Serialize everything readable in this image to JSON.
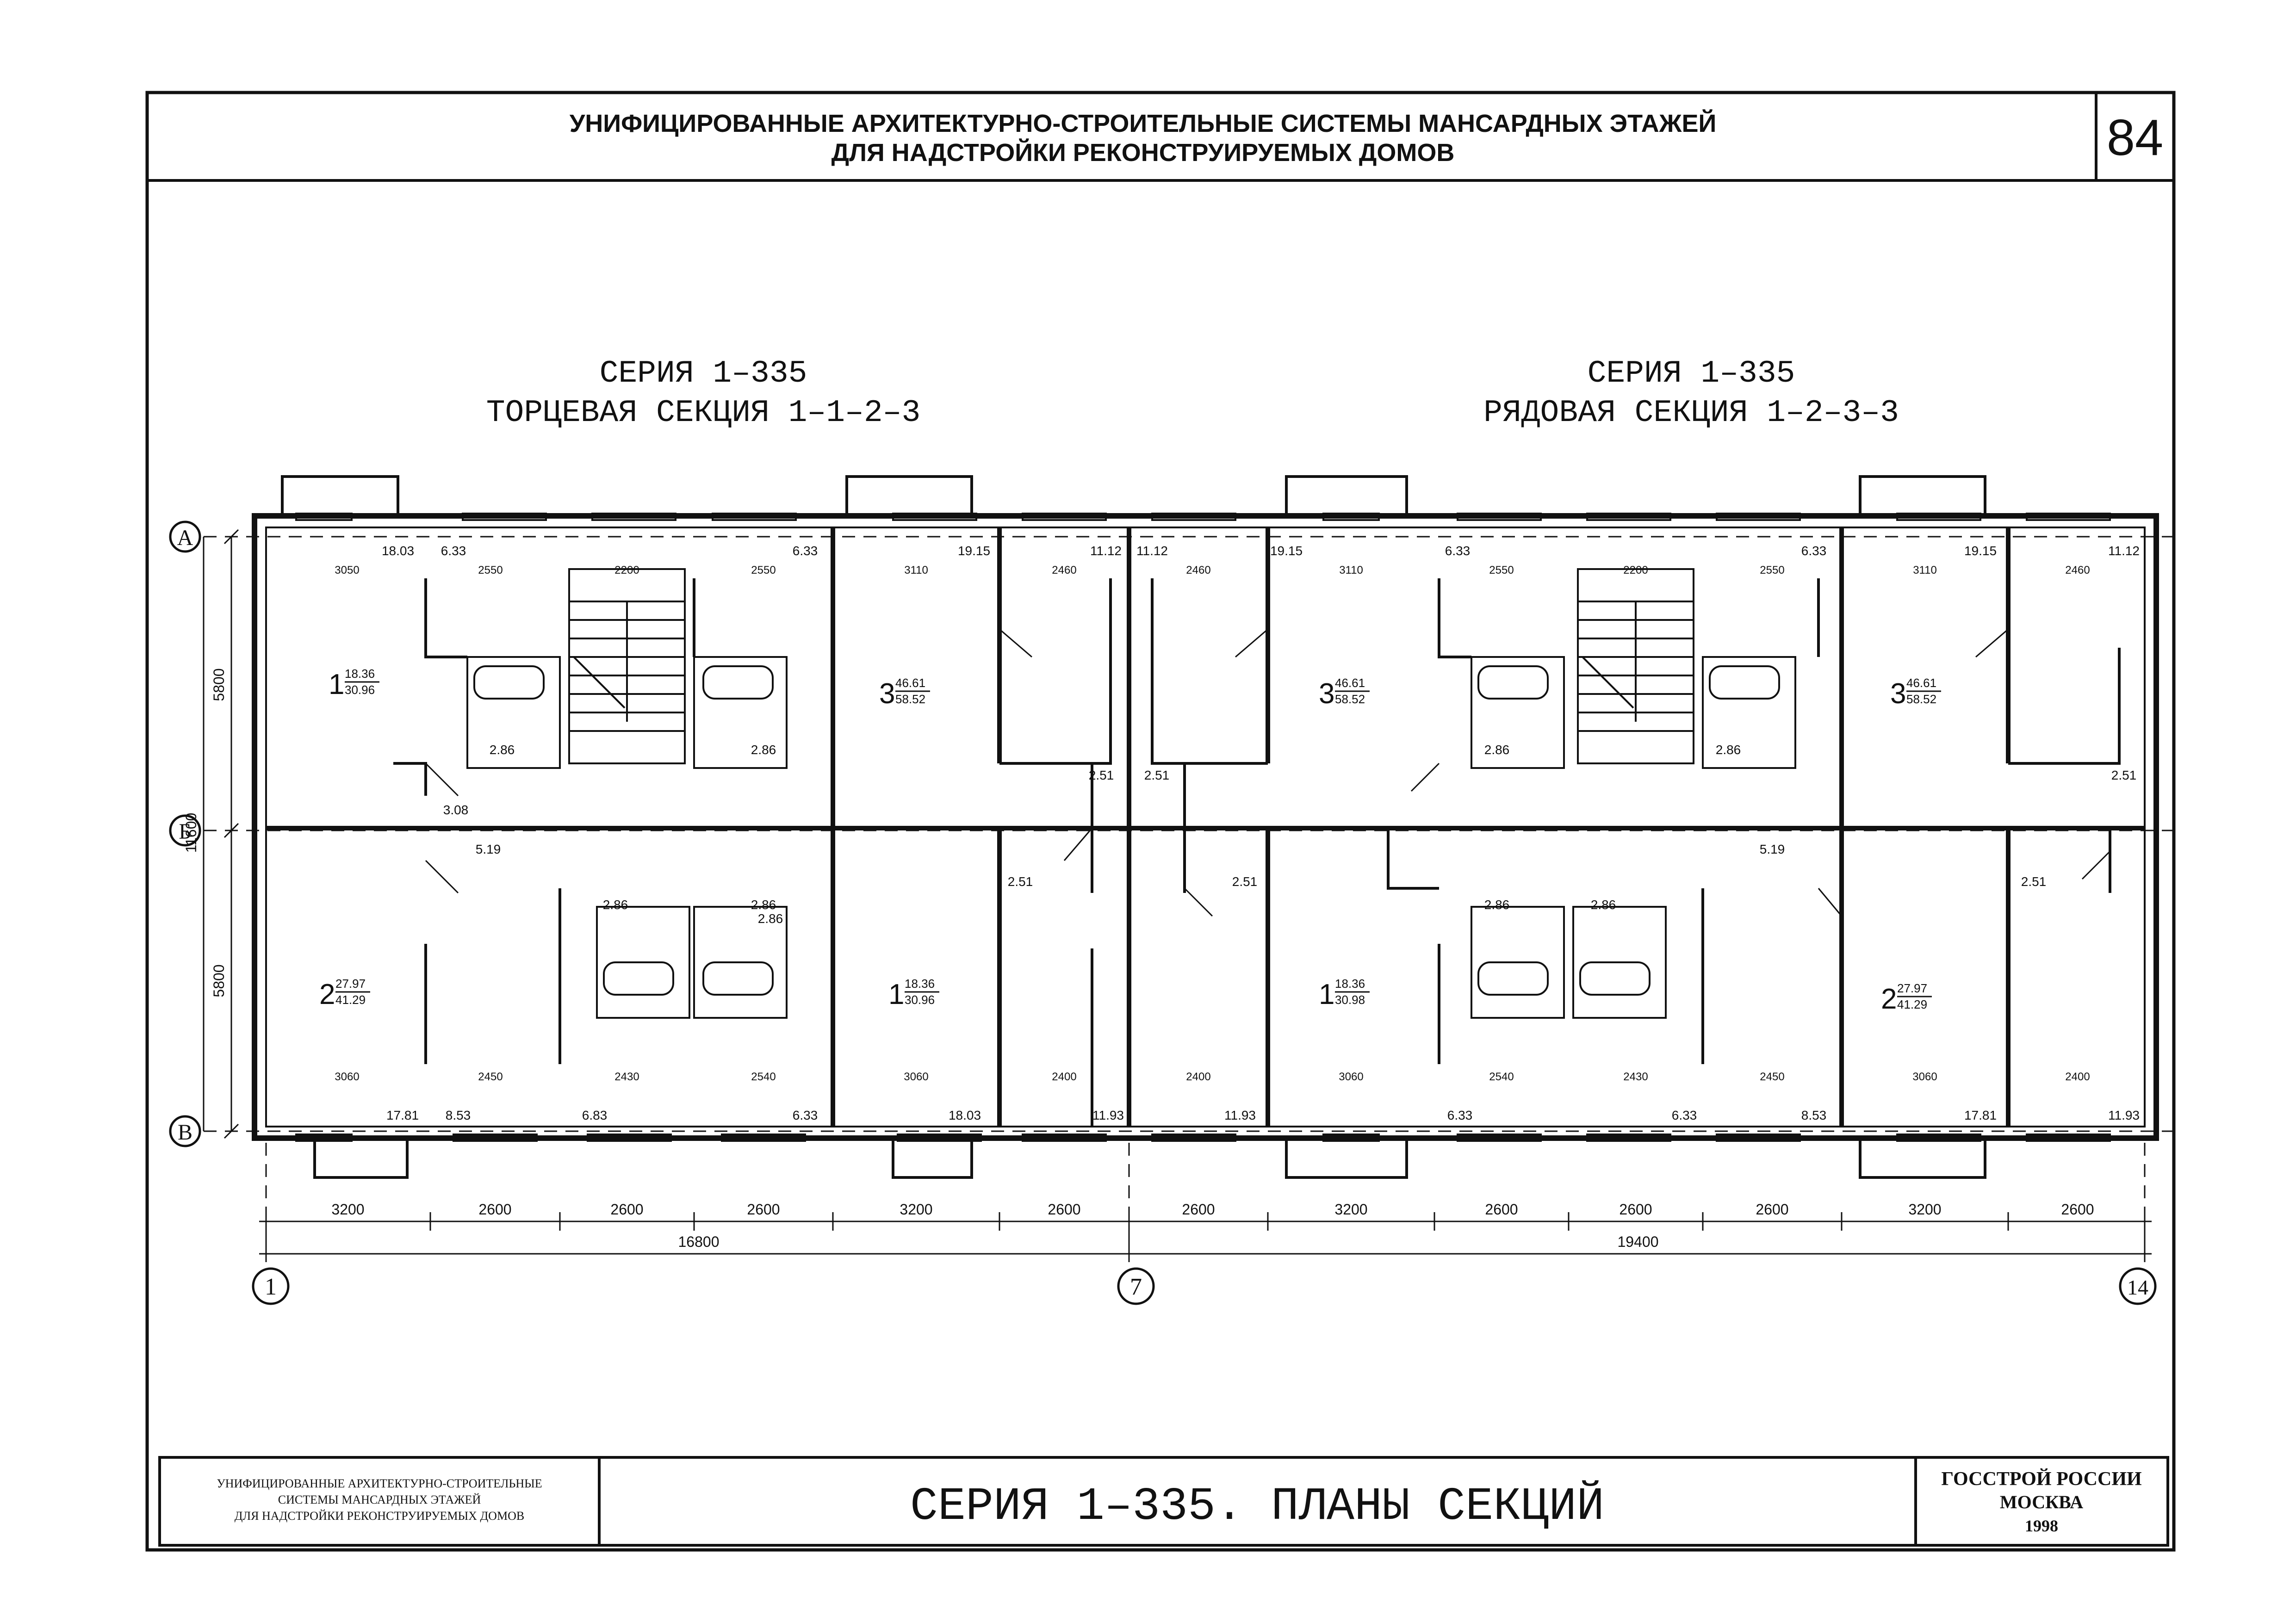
{
  "header": {
    "title_line1": "УНИФИЦИРОВАННЫЕ АРХИТЕКТУРНО-СТРОИТЕЛЬНЫЕ СИСТЕМЫ МАНСАРДНЫХ ЭТАЖЕЙ",
    "title_line2": "ДЛЯ НАДСТРОЙКИ РЕКОНСТРУИРУЕМЫХ ДОМОВ",
    "sheet_number": "84"
  },
  "sections": {
    "left": {
      "series": "СЕРИЯ 1–335",
      "name": "ТОРЦЕВАЯ СЕКЦИЯ 1–1–2–3"
    },
    "right": {
      "series": "СЕРИЯ 1–335",
      "name": "РЯДОВАЯ СЕКЦИЯ 1–2–3–3"
    }
  },
  "axes": {
    "rows": [
      "А",
      "Б",
      "В"
    ],
    "cols": [
      "1",
      "7",
      "14"
    ]
  },
  "dimensions": {
    "bottom_spans": [
      "3200",
      "2600",
      "2600",
      "2600",
      "3200",
      "2600",
      "2600",
      "3200",
      "2600",
      "2600",
      "2600",
      "3200",
      "2600"
    ],
    "totals": [
      "16800",
      "19400"
    ],
    "left_spans": [
      "5800",
      "5800"
    ],
    "left_total": "11600"
  },
  "apartments": [
    {
      "rooms": "1",
      "living": "18.36",
      "total": "30.96"
    },
    {
      "rooms": "3",
      "living": "46.61",
      "total": "58.52"
    },
    {
      "rooms": "3",
      "living": "46.61",
      "total": "58.52"
    },
    {
      "rooms": "3",
      "living": "46.61",
      "total": "58.52"
    },
    {
      "rooms": "2",
      "living": "27.97",
      "total": "41.29"
    },
    {
      "rooms": "1",
      "living": "18.36",
      "total": "30.96"
    },
    {
      "rooms": "1",
      "living": "18.36",
      "total": "30.98"
    },
    {
      "rooms": "2",
      "living": "27.97",
      "total": "41.29"
    }
  ],
  "room_areas": {
    "top": [
      "18.03",
      "6.33",
      "6.33",
      "19.15",
      "11.12",
      "11.12",
      "19.15",
      "6.33",
      "6.33",
      "19.15",
      "11.12"
    ],
    "bottom": [
      "17.81",
      "8.53",
      "6.83",
      "6.33",
      "18.03",
      "11.93",
      "11.93",
      "6.33",
      "6.33",
      "8.53",
      "17.81",
      "11.93"
    ],
    "middle": [
      "2.86",
      "3.08",
      "5.19",
      "2.86",
      "2.86",
      "2.51",
      "2.51",
      "2.51",
      "2.51",
      "2.86",
      "2.86",
      "2.86",
      "2.86",
      "2.86",
      "2.86",
      "5.19",
      "2.51",
      "2.51"
    ]
  },
  "inner_dims": {
    "top_row": [
      "3050",
      "2550",
      "2200",
      "2550",
      "3110",
      "2460",
      "2460",
      "3110",
      "2550",
      "2200",
      "2550",
      "3110",
      "2460"
    ],
    "bottom_row": [
      "3060",
      "2450",
      "2430",
      "2540",
      "3060",
      "2400",
      "2400",
      "3060",
      "2540",
      "2430",
      "2450",
      "3060",
      "2400"
    ]
  },
  "title_block": {
    "org_line1": "УНИФИЦИРОВАННЫЕ АРХИТЕКТУРНО-СТРОИТЕЛЬНЫЕ",
    "org_line2": "СИСТЕМЫ МАНСАРДНЫХ ЭТАЖЕЙ",
    "org_line3": "ДЛЯ НАДСТРОЙКИ РЕКОНСТРУИРУЕМЫХ ДОМОВ",
    "drawing_title": "СЕРИЯ 1–335. ПЛАНЫ СЕКЦИЙ",
    "publisher": "ГОССТРОЙ РОССИИ",
    "city": "МОСКВА",
    "year": "1998"
  }
}
